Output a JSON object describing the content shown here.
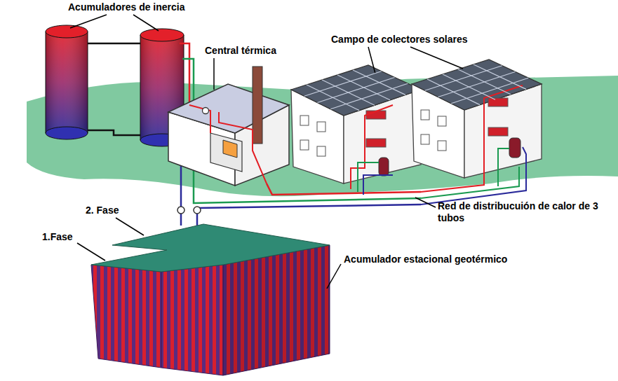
{
  "diagram": {
    "labels": [
      "Acumuladores de inercia",
      "Campo de colectores solares",
      "Central térmica",
      "Red de distribucuión de calor de 3 tubos",
      "2. Fase",
      "1.Fase",
      "Acumulador estacional geotérmico"
    ]
  }
}
